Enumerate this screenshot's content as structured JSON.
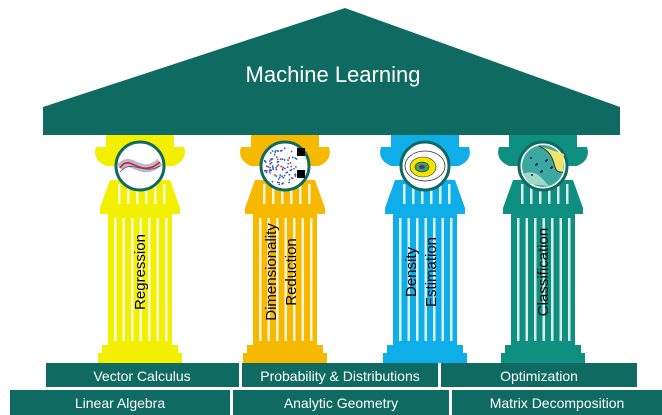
{
  "roof": {
    "title": "Machine Learning"
  },
  "pillars": [
    {
      "label": "Regression",
      "color": "#f2ef00",
      "icon": "regression-plot-icon"
    },
    {
      "label": "Dimensionality Reduction",
      "line1": "Dimensionality",
      "line2": "Reduction",
      "color": "#f7b900",
      "icon": "scatter-projection-icon"
    },
    {
      "label": "Density Estimation",
      "line1": "Density",
      "line2": "Estimation",
      "color": "#10aee8",
      "icon": "density-contour-icon"
    },
    {
      "label": "Classification",
      "color": "#0f8f80",
      "icon": "decision-boundary-icon"
    }
  ],
  "foundation": {
    "upper": [
      "Vector Calculus",
      "Probability & Distributions",
      "Optimization"
    ],
    "lower": [
      "Linear Algebra",
      "Analytic Geometry",
      "Matrix Decomposition"
    ]
  },
  "colors": {
    "teal": "#0f6b61",
    "text": "#ffffff",
    "pillar_text": "#000000"
  }
}
